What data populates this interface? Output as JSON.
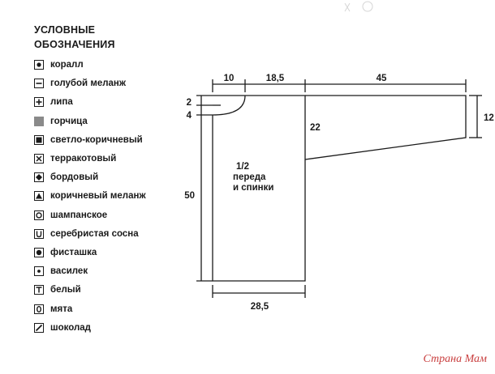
{
  "legend": {
    "title_line1": "УСЛОВНЫЕ",
    "title_line2": "ОБОЗНАЧЕНИЯ",
    "items": [
      {
        "label": "коралл",
        "icon": "filled-dot-icon"
      },
      {
        "label": "голубой меланж",
        "icon": "minus-icon"
      },
      {
        "label": "липа",
        "icon": "plus-icon"
      },
      {
        "label": "горчица",
        "icon": "gray-fill-icon"
      },
      {
        "label": "светло-коричневый",
        "icon": "filled-square-icon"
      },
      {
        "label": "терракотовый",
        "icon": "cross-icon"
      },
      {
        "label": "бордовый",
        "icon": "filled-diamond-icon"
      },
      {
        "label": "коричневый меланж",
        "icon": "filled-triangle-icon"
      },
      {
        "label": "шампанское",
        "icon": "circle-icon"
      },
      {
        "label": "серебристая сосна",
        "icon": "u-icon"
      },
      {
        "label": "фисташка",
        "icon": "large-dot-icon"
      },
      {
        "label": "василек",
        "icon": "small-dot-icon"
      },
      {
        "label": "белый",
        "icon": "t-icon"
      },
      {
        "label": "мята",
        "icon": "zero-icon"
      },
      {
        "label": "шоколад",
        "icon": "slash-icon"
      }
    ]
  },
  "pattern": {
    "label_line1": "1/2",
    "label_line2": "переда",
    "label_line3": "и спинки",
    "dims": {
      "neck_width": "10",
      "shoulder": "18,5",
      "sleeve_length": "45",
      "neck_depth_back": "2",
      "neck_depth_front": "4",
      "armhole_depth": "22",
      "cuff_height": "12",
      "body_length": "50",
      "bottom_width": "28,5"
    }
  },
  "watermark": "Страна Мам",
  "colors": {
    "ink": "#1a1a1a",
    "watermark": "#c94040"
  }
}
